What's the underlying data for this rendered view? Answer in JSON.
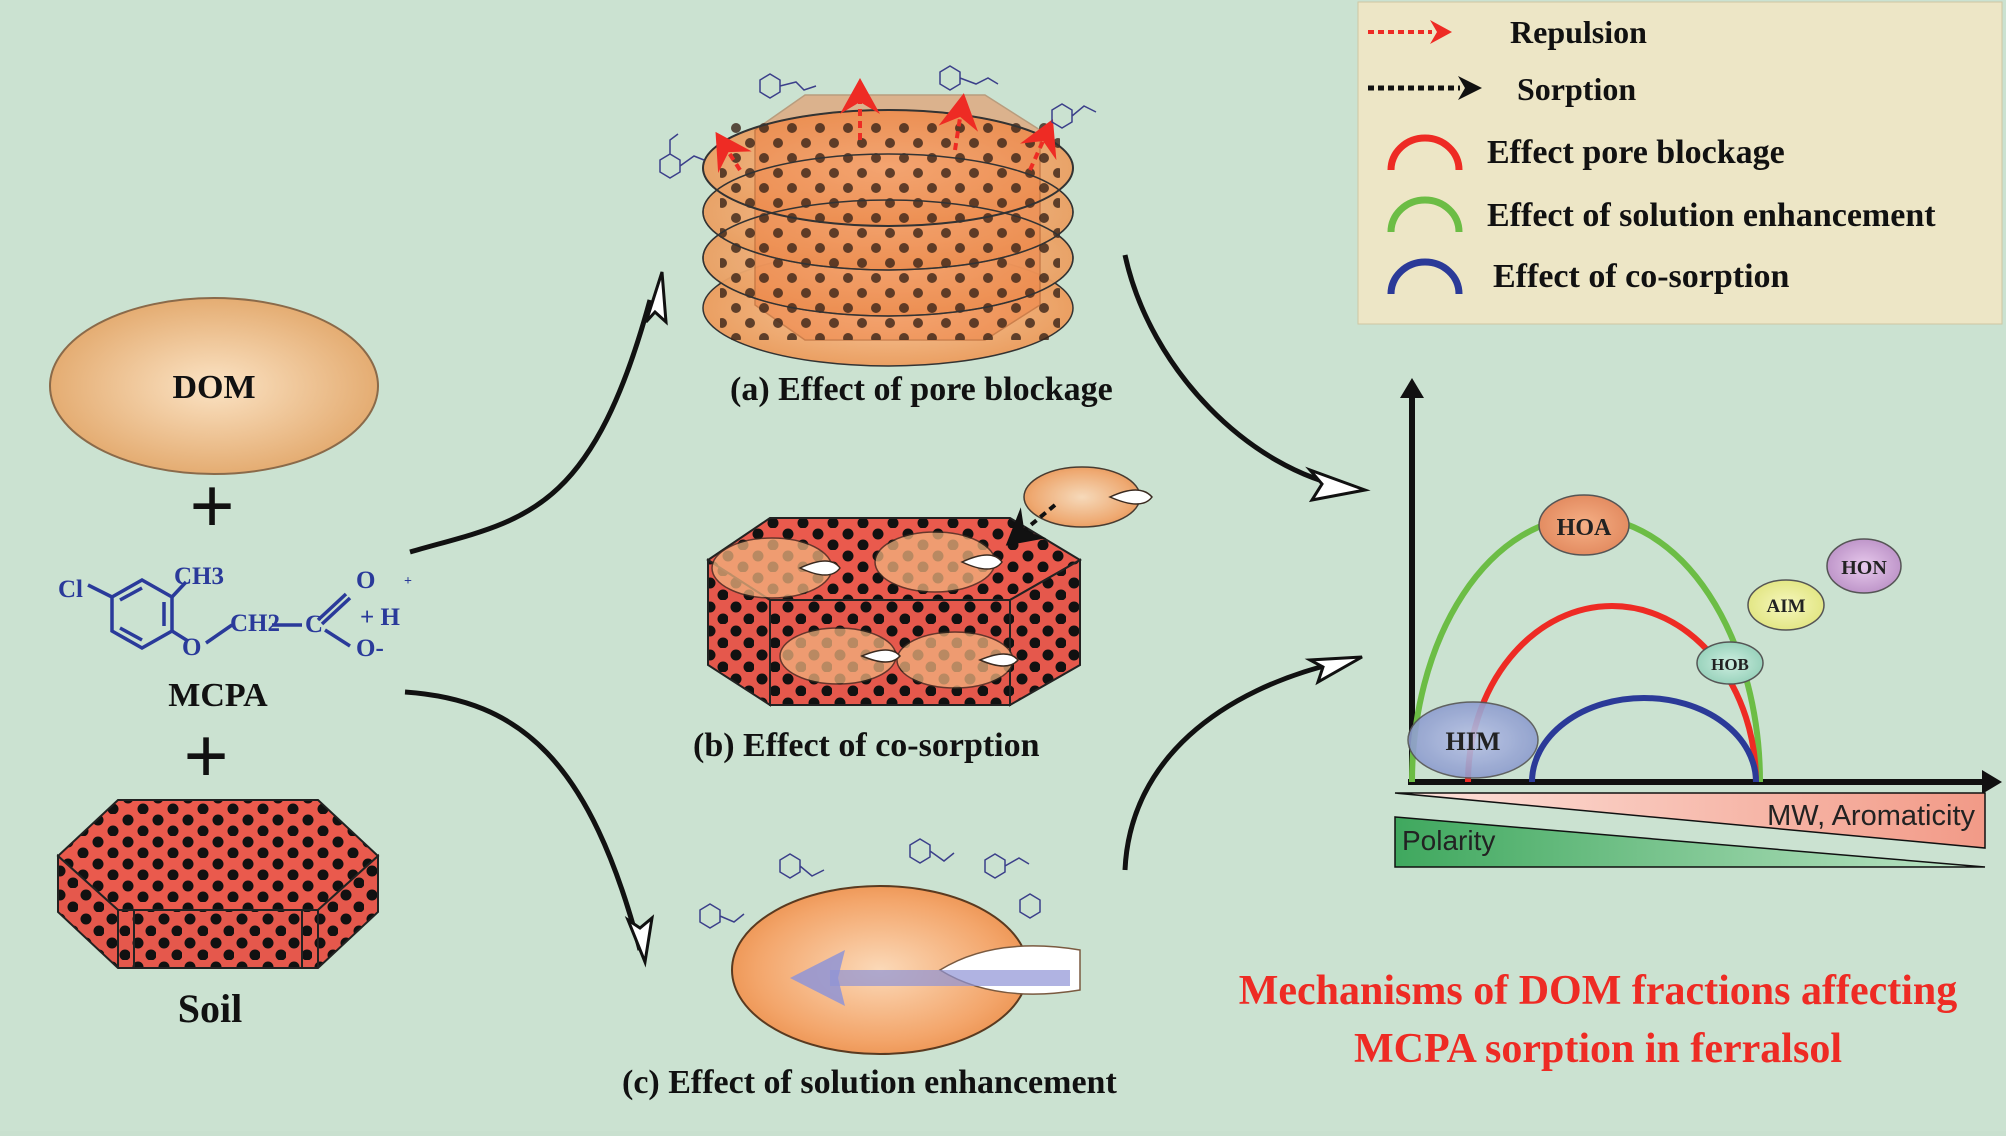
{
  "legend": {
    "repulsion": "Repulsion",
    "sorption": "Sorption",
    "pore_blockage": "Effect pore blockage",
    "solution_enhancement": "Effect of solution enhancement",
    "co_sorption": "Effect of co-sorption"
  },
  "left": {
    "dom": "DOM",
    "plus1": "+",
    "plus2": "+",
    "mcpa": "MCPA",
    "soil": "Soil",
    "mcpa_structure": {
      "cl": "Cl",
      "ch3": "CH3",
      "o_ring": "O",
      "ch2": "CH2",
      "c": "C",
      "o_dbl": "O",
      "o_minus": "O-",
      "h_plus": "+ H",
      "plus_small": "+"
    }
  },
  "panels": {
    "a": "(a) Effect of pore blockage",
    "b": "(b) Effect of co-sorption",
    "c": "(c) Effect of solution enhancement"
  },
  "graph": {
    "x_label": "MW, Aromaticity",
    "polarity": "Polarity",
    "fractions": {
      "hoa": "HOA",
      "hon": "HON",
      "aim": "AIM",
      "hob": "HOB",
      "him": "HIM"
    }
  },
  "caption": {
    "line1": "Mechanisms of DOM fractions affecting",
    "line2": "MCPA sorption in ferralsol"
  },
  "colors": {
    "background": "#cbe2d1",
    "legend_bg": "#ede6c6",
    "repulsion": "#ee2b24",
    "pore_blockage": "#ee2b24",
    "solution_enhancement": "#6cbd45",
    "co_sorption": "#2b3a98",
    "caption": "#ee2b24",
    "soil": "#e8544a"
  }
}
